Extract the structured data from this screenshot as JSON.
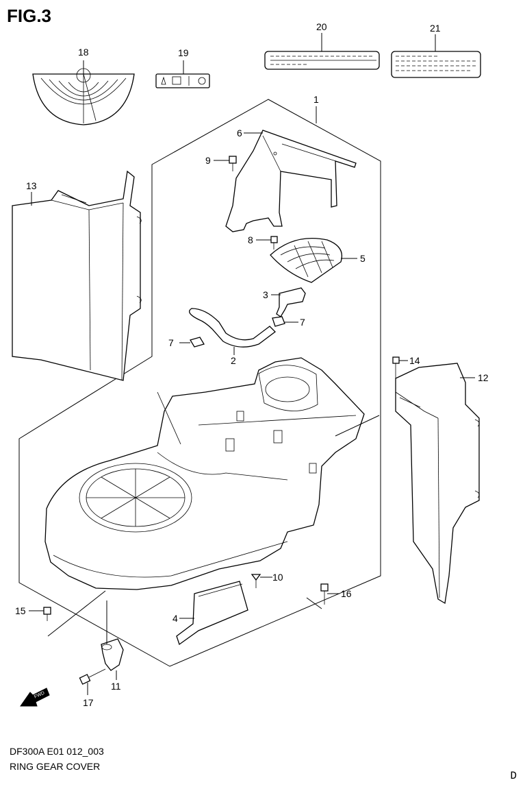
{
  "figure": {
    "title": "FIG.3",
    "model_code": "DF300A E01 012_003",
    "caption": "RING GEAR COVER",
    "page_marker": "D"
  },
  "callouts": [
    "1",
    "2",
    "3",
    "4",
    "5",
    "6",
    "7",
    "8",
    "9",
    "10",
    "11",
    "12",
    "13",
    "14",
    "15",
    "16",
    "17",
    "18",
    "19",
    "20",
    "21"
  ],
  "labels": {
    "n1": "1",
    "n2": "2",
    "n3": "3",
    "n4": "4",
    "n5": "5",
    "n6": "6",
    "n7a": "7",
    "n7b": "7",
    "n8": "8",
    "n9": "9",
    "n10": "10",
    "n11": "11",
    "n12": "12",
    "n13": "13",
    "n14": "14",
    "n15": "15",
    "n16": "16",
    "n17": "17",
    "n18": "18",
    "n19": "19",
    "n20": "20",
    "n21": "21"
  },
  "icons": [
    "fwd-arrow-icon",
    "warning-label-icon"
  ],
  "fwd_label": "FWD"
}
